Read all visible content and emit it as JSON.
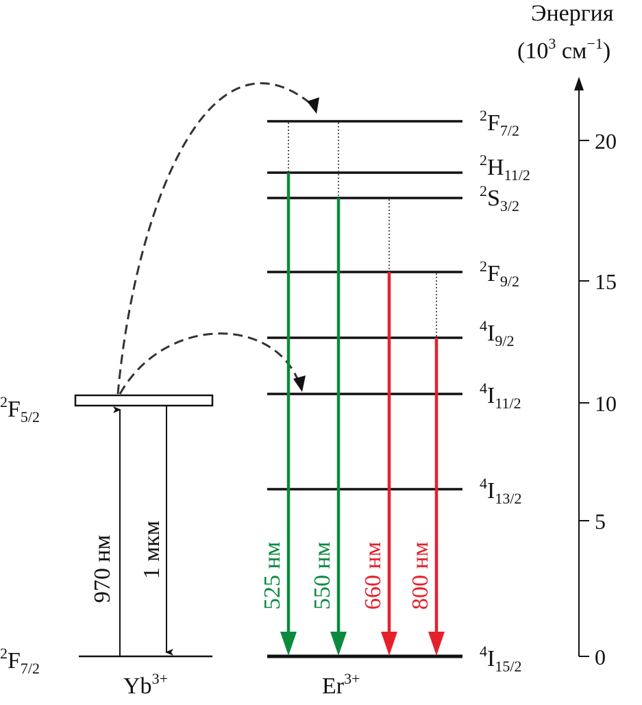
{
  "axis": {
    "title_line1": "Энергия",
    "title_line2_base": "(10",
    "title_line2_exp": "3",
    "title_line2_unit": " см",
    "title_line2_unit_exp": "−1",
    "title_line2_close": ")",
    "ticks": [
      {
        "value": 0,
        "label": "0"
      },
      {
        "value": 5,
        "label": "5"
      },
      {
        "value": 10,
        "label": "10"
      },
      {
        "value": 15,
        "label": "15"
      },
      {
        "value": 20,
        "label": "20"
      }
    ]
  },
  "yb": {
    "ion": "Yb",
    "ion_charge": "3+",
    "upper": {
      "main": "2",
      "letter": "F",
      "sub": "5/2"
    },
    "lower": {
      "main": "2",
      "letter": "F",
      "sub": "7/2"
    },
    "absorption_label": "970 нм",
    "emission_label": "1 мкм"
  },
  "er": {
    "ion": "Er",
    "ion_charge": "3+",
    "levels": [
      {
        "mult": "2",
        "letter": "F",
        "sub": "7/2"
      },
      {
        "mult": "2",
        "letter": "H",
        "sub": "11/2"
      },
      {
        "mult": "2",
        "letter": "S",
        "sub": "3/2"
      },
      {
        "mult": "2",
        "letter": "F",
        "sub": "9/2"
      },
      {
        "mult": "4",
        "letter": "I",
        "sub": "9/2"
      },
      {
        "mult": "4",
        "letter": "I",
        "sub": "11/2"
      },
      {
        "mult": "4",
        "letter": "I",
        "sub": "13/2"
      },
      {
        "mult": "4",
        "letter": "I",
        "sub": "15/2"
      }
    ],
    "emissions": [
      {
        "label": "525 нм",
        "color": "#0b8a3e"
      },
      {
        "label": "550 нм",
        "color": "#0b8a3e"
      },
      {
        "label": "660 нм",
        "color": "#e5202b"
      },
      {
        "label": "800 нм",
        "color": "#e5202b"
      }
    ]
  }
}
